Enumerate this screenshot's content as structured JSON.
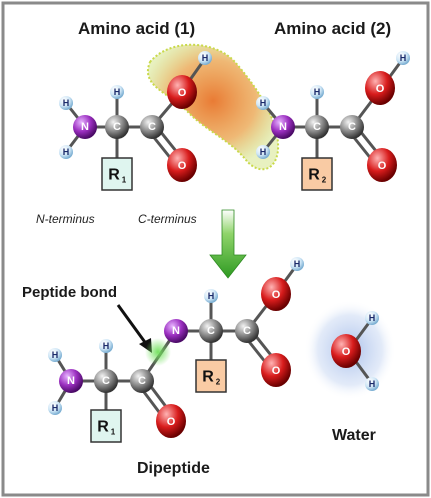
{
  "labels": {
    "amino_acid_1": "Amino acid (1)",
    "amino_acid_2": "Amino acid (2)",
    "n_terminus": "N-terminus",
    "c_terminus": "C-terminus",
    "peptide_bond": "Peptide bond",
    "water": "Water",
    "dipeptide": "Dipeptide"
  },
  "atoms": {
    "H": "H",
    "N": "N",
    "C": "C",
    "O": "O",
    "R1": "R",
    "R1_sub": "1",
    "R2": "R",
    "R2_sub": "2"
  },
  "colors": {
    "hydrogen": "#d8ecf8",
    "nitrogen": "#9b2fc0",
    "carbon": "#6a6a6a",
    "oxygen": "#d81c1c",
    "r1_box": "#dff5ef",
    "r2_box": "#f9cba4",
    "arrow": "#3aa82a",
    "highlight": "#e8742a",
    "water_glow": "#9fb8e8"
  }
}
